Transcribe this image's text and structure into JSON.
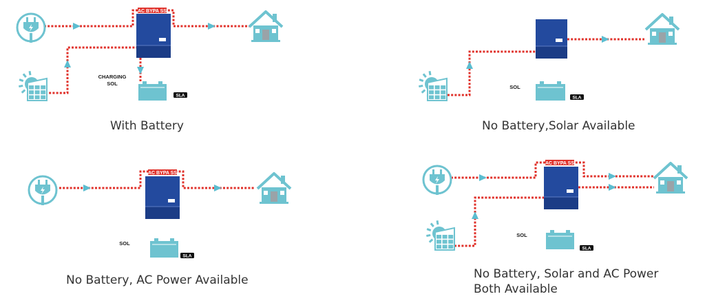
{
  "colors": {
    "wire": "#e0322b",
    "arrow": "#5bbdd0",
    "inverter": "#234a9e",
    "inverter_dark": "#1b3c86",
    "teal": "#6ec3d0",
    "teal_dark": "#3d8fa1",
    "label_bg": "#e0322b",
    "tag_bg": "#111111"
  },
  "icons": {
    "grid": "plug-icon",
    "solar": "solar-panel-icon",
    "house": "house-icon",
    "inverter": "inverter-icon",
    "battery": "battery-icon"
  },
  "panels": [
    {
      "caption": "With Battery",
      "caption_line2": "",
      "bypass_label": "AC BYPA SS",
      "status_label": "CHARGING",
      "status_label2": "SOL",
      "battery_tag": "SLA"
    },
    {
      "caption": "No Battery,Solar Available",
      "caption_line2": "",
      "bypass_label": "",
      "status_label": "SOL",
      "status_label2": "",
      "battery_tag": "SLA"
    },
    {
      "caption": "No Battery, AC Power Available",
      "caption_line2": "",
      "bypass_label": "AC BYPA SS",
      "status_label": "SOL",
      "status_label2": "",
      "battery_tag": "SLA"
    },
    {
      "caption": "No Battery, Solar and AC Power",
      "caption_line2": "Both Available",
      "bypass_label": "AC BYPA SS",
      "status_label": "SOL",
      "status_label2": "",
      "battery_tag": "SLA"
    }
  ]
}
